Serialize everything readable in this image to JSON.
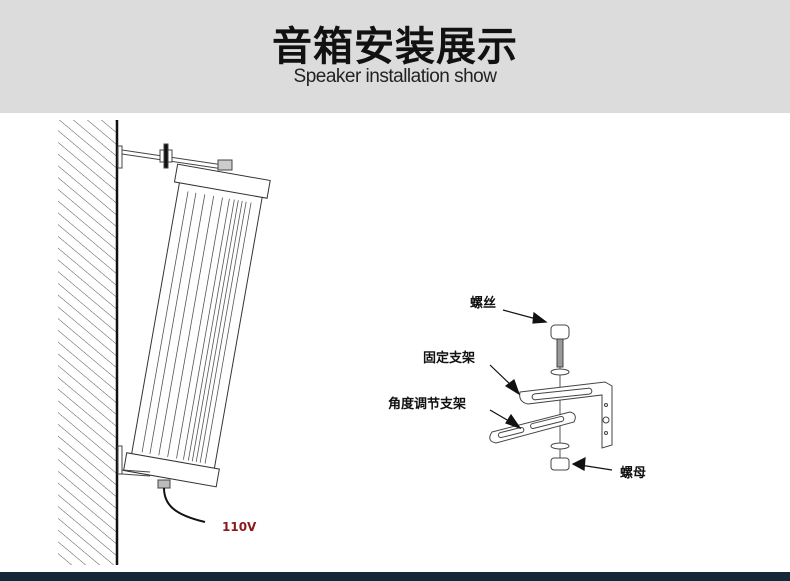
{
  "header": {
    "title": "音箱安装展示",
    "subtitle": "Speaker installation show"
  },
  "left_diagram": {
    "voltage_label": "110V"
  },
  "right_diagram": {
    "labels": {
      "screw": "螺丝",
      "fixed_bracket": "固定支架",
      "angle_bracket": "角度调节支架",
      "nut": "螺母"
    }
  },
  "colors": {
    "header_bg": "#dcdcdc",
    "footer_bg": "#15283a",
    "voltage": "#8b1a1a"
  }
}
